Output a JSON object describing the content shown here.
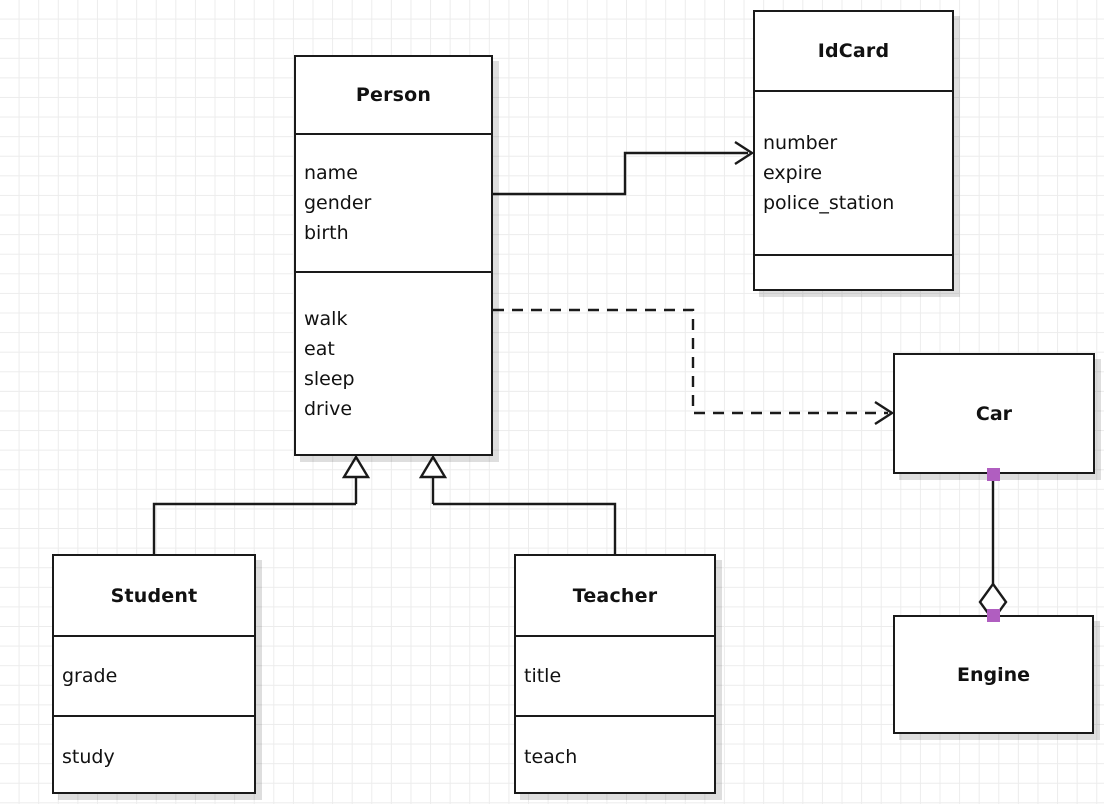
{
  "diagram": {
    "type": "uml-class-diagram",
    "background": "#ffffff",
    "grid_color": "#ececec",
    "line_color": "#1a1a1a",
    "handle_color": "#b05ec0"
  },
  "classes": {
    "person": {
      "name": "Person",
      "attributes": [
        "name",
        "gender",
        "birth"
      ],
      "methods": [
        "walk",
        "eat",
        "sleep",
        "drive"
      ]
    },
    "idcard": {
      "name": "IdCard",
      "attributes": [
        "number",
        "expire",
        "police_station"
      ],
      "methods": []
    },
    "student": {
      "name": "Student",
      "attributes": [
        "grade"
      ],
      "methods": [
        "study"
      ]
    },
    "teacher": {
      "name": "Teacher",
      "attributes": [
        "title"
      ],
      "methods": [
        "teach"
      ]
    },
    "car": {
      "name": "Car",
      "attributes": [],
      "methods": []
    },
    "engine": {
      "name": "Engine",
      "attributes": [],
      "methods": []
    }
  },
  "relationships": [
    {
      "id": "person-idcard",
      "kind": "association",
      "from": "Person",
      "to": "IdCard",
      "line": "solid",
      "arrow": "open"
    },
    {
      "id": "person-car",
      "kind": "dependency",
      "from": "Person",
      "to": "Car",
      "line": "dashed",
      "arrow": "open"
    },
    {
      "id": "student-person",
      "kind": "generalization",
      "from": "Student",
      "to": "Person",
      "line": "solid",
      "arrow": "hollow-triangle"
    },
    {
      "id": "teacher-person",
      "kind": "generalization",
      "from": "Teacher",
      "to": "Person",
      "line": "solid",
      "arrow": "hollow-triangle"
    },
    {
      "id": "car-engine",
      "kind": "aggregation",
      "from": "Car",
      "to": "Engine",
      "line": "solid",
      "arrow": "hollow-diamond"
    }
  ]
}
